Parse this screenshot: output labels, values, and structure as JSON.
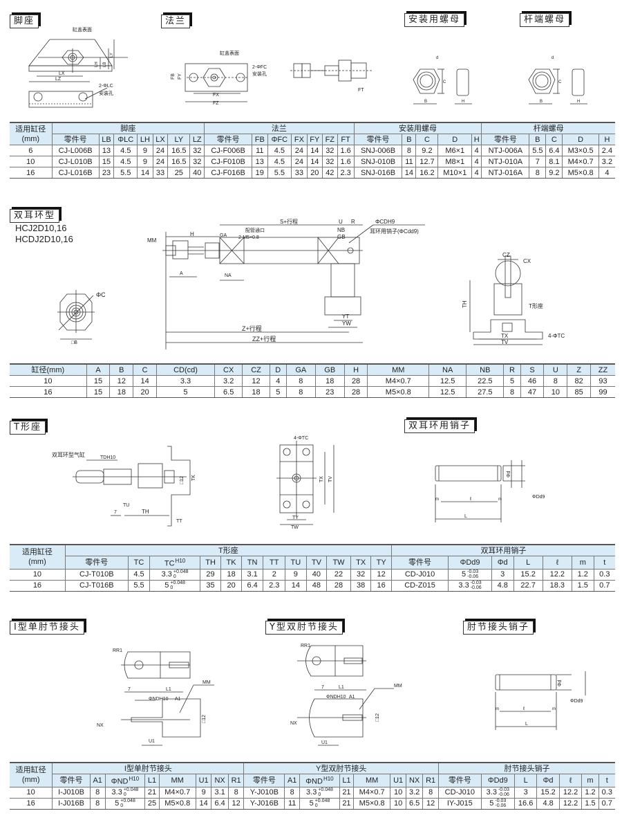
{
  "sections": {
    "foot": "脚座",
    "flange": "法兰",
    "mount_nut": "安装用螺母",
    "rod_nut": "杆端螺母",
    "clevis": "双耳环型",
    "t_bracket": "T形座",
    "clevis_pin": "双耳环用销子",
    "i_joint": "I型单肘节接头",
    "y_joint": "Y型双肘节接头",
    "knuckle_pin": "肘节接头销子"
  },
  "clevis_models": [
    "HCJ2D10,16",
    "HCDJ2D10,16"
  ],
  "drawing_labels": {
    "cover_surface": "缸盖表面",
    "mount_hole": "安装孔",
    "lc_holes": "2-ΦLC",
    "fc_holes": "2-ΦFC",
    "pipe_port": "配管通口",
    "pipe_port_size": "2-M5×0.8",
    "s_stroke": "S+行程",
    "z_stroke": "Z+行程",
    "zz_stroke": "ZZ+行程",
    "cd_tol": "ΦCDH9",
    "pin_label": "耳环用销子(ΦCdd9)",
    "t_seat": "T形座",
    "tc_holes": "4-ΦTC",
    "clevis_cyl": "双耳环型气缸"
  },
  "table1": {
    "bore_header": "适用缸径",
    "bore_unit": "(mm)",
    "groups": [
      "脚座",
      "法兰",
      "安装用螺母",
      "杆端螺母"
    ],
    "foot_cols": [
      "零件号",
      "LB",
      "ΦLC",
      "LH",
      "LX",
      "LY",
      "LZ"
    ],
    "flange_cols": [
      "零件号",
      "FB",
      "ΦFC",
      "FX",
      "FY",
      "FZ",
      "FT"
    ],
    "mnut_cols": [
      "零件号",
      "B",
      "C",
      "D",
      "H"
    ],
    "rnut_cols": [
      "零件号",
      "B",
      "C",
      "D",
      "H"
    ],
    "rows": [
      [
        "6",
        "CJ-L006B",
        "13",
        "4.5",
        "9",
        "24",
        "16.5",
        "32",
        "CJ-F006B",
        "11",
        "4.5",
        "24",
        "14",
        "32",
        "1.6",
        "SNJ-006B",
        "8",
        "9.2",
        "M6×1",
        "4",
        "NTJ-006A",
        "5.5",
        "6.4",
        "M3×0.5",
        "2.4"
      ],
      [
        "10",
        "CJ-L010B",
        "15",
        "4.5",
        "9",
        "24",
        "16.5",
        "32",
        "CJ-F010B",
        "13",
        "4.5",
        "24",
        "14",
        "32",
        "1.6",
        "SNJ-010B",
        "11",
        "12.7",
        "M8×1",
        "4",
        "NTJ-010A",
        "7",
        "8.1",
        "M4×0.7",
        "3.2"
      ],
      [
        "16",
        "CJ-L016B",
        "23",
        "5.5",
        "14",
        "33",
        "25",
        "40",
        "CJ-F016B",
        "19",
        "5.5",
        "33",
        "20",
        "42",
        "2.3",
        "SNJ-016B",
        "14",
        "16.2",
        "M10×1",
        "4",
        "NTJ-016A",
        "8",
        "9.2",
        "M5×0.8",
        "4"
      ]
    ]
  },
  "table2": {
    "cols": [
      "缸径(mm)",
      "A",
      "B",
      "C",
      "CD(cd)",
      "CX",
      "CZ",
      "D",
      "GA",
      "GB",
      "H",
      "MM",
      "NA",
      "NB",
      "R",
      "S",
      "U",
      "Z",
      "ZZ"
    ],
    "rows": [
      [
        "10",
        "15",
        "12",
        "14",
        "3.3",
        "3.2",
        "12",
        "4",
        "8",
        "18",
        "28",
        "M4×0.7",
        "12.5",
        "22.5",
        "5",
        "46",
        "8",
        "82",
        "93"
      ],
      [
        "16",
        "15",
        "18",
        "20",
        "5",
        "6.5",
        "18",
        "5",
        "8",
        "23",
        "28",
        "M5×0.8",
        "12.5",
        "27.5",
        "8",
        "47",
        "10",
        "85",
        "99"
      ]
    ]
  },
  "table3": {
    "bore_header": "适用缸径",
    "bore_unit": "(mm)",
    "groups": [
      "T形座",
      "双耳环用销子"
    ],
    "t_cols": [
      "零件号",
      "TC",
      "TC",
      "TH",
      "TK",
      "TN",
      "TT",
      "TU",
      "TV",
      "TW",
      "TX",
      "TY"
    ],
    "tc_sup": "H10",
    "pin_cols": [
      "零件号",
      "ΦDd9",
      "Φd",
      "L",
      "ℓ",
      "m",
      "t"
    ],
    "rows": [
      {
        "bore": "10",
        "t_part": "CJ-T010B",
        "tc": "4.5",
        "tc_h10": "3.3",
        "tc_tol_up": "+0.048",
        "tc_tol_lo": "0",
        "th": "29",
        "tk": "18",
        "tn": "3.1",
        "tt": "2",
        "tu": "9",
        "tv": "40",
        "tw": "22",
        "tx": "32",
        "ty": "12",
        "pin_part": "CD-J010",
        "dd9": "5",
        "dd9_up": "-0.03",
        "dd9_lo": "-0.06",
        "d": "3",
        "L": "15.2",
        "l": "12.2",
        "m": "1.2",
        "t": "0.3"
      },
      {
        "bore": "16",
        "t_part": "CJ-T016B",
        "tc": "5.5",
        "tc_h10": "5",
        "tc_tol_up": "+0.048",
        "tc_tol_lo": "0",
        "th": "35",
        "tk": "20",
        "tn": "6.4",
        "tt": "2.3",
        "tu": "14",
        "tv": "48",
        "tw": "28",
        "tx": "38",
        "ty": "16",
        "pin_part": "CD-Z015",
        "dd9": "3.3",
        "dd9_up": "-0.03",
        "dd9_lo": "-0.06",
        "d": "4.8",
        "L": "22.7",
        "l": "18.3",
        "m": "1.5",
        "t": "0.7"
      }
    ]
  },
  "table4": {
    "bore_header": "适用缸径",
    "bore_unit": "(mm)",
    "groups": [
      "I型单肘节接头",
      "Y型双肘节接头",
      "肘节接头销子"
    ],
    "joint_cols": [
      "零件号",
      "A1",
      "ΦND",
      "L1",
      "MM",
      "U1",
      "NX",
      "R1"
    ],
    "nd_sup": "H10",
    "pin_cols": [
      "零件号",
      "ΦDd9",
      "L",
      "Φd",
      "ℓ",
      "m",
      "t"
    ],
    "rows": [
      {
        "bore": "10",
        "i_part": "I-J010B",
        "i_a1": "8",
        "i_nd": "3.3",
        "i_l1": "21",
        "i_mm": "M4×0.7",
        "i_u1": "9",
        "i_nx": "3.1",
        "i_r1": "8",
        "y_part": "Y-J010B",
        "y_a1": "8",
        "y_nd": "3.3",
        "y_l1": "21",
        "y_mm": "M4×0.7",
        "y_u1": "10",
        "y_nx": "3.2",
        "y_r1": "8",
        "p_part": "CD-J010",
        "p_dd9": "3.3",
        "p_L": "3",
        "p_d": "15.2",
        "p_l": "12.2",
        "p_m": "1.2",
        "p_t": "0.3"
      },
      {
        "bore": "16",
        "i_part": "I-J016B",
        "i_a1": "8",
        "i_nd": "5",
        "i_l1": "25",
        "i_mm": "M5×0.8",
        "i_u1": "14",
        "i_nx": "6.4",
        "i_r1": "12",
        "y_part": "Y-J016B",
        "y_a1": "11",
        "y_nd": "5",
        "y_l1": "21",
        "y_mm": "M5×0.8",
        "y_u1": "10",
        "y_nx": "6.5",
        "y_r1": "12",
        "p_part": "IY-J015",
        "p_dd9": "5",
        "p_L": "16.6",
        "p_d": "4.8",
        "p_l": "12.2",
        "p_m": "1.5",
        "p_t": "0.7"
      }
    ],
    "nd_tol_up": "+0.048",
    "nd_tol_lo": "0",
    "dd9_up": "-0.03",
    "dd9_lo": "-0.06"
  },
  "colors": {
    "header_bg": "#d9ebf7",
    "line": "#777777"
  }
}
